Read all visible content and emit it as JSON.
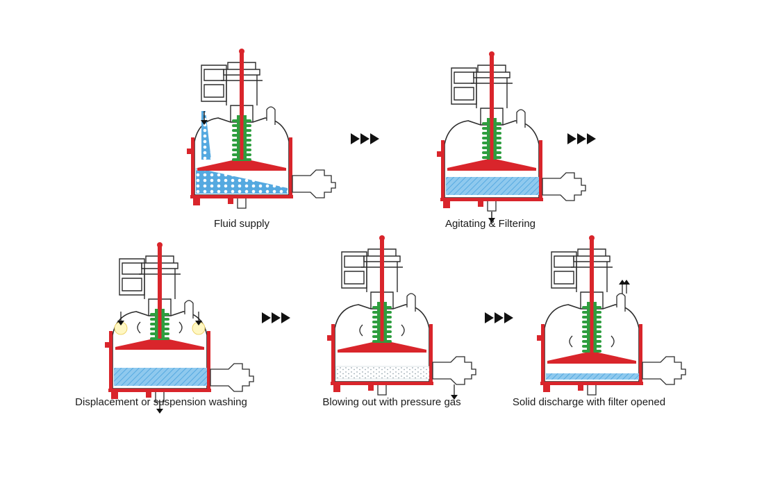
{
  "stages": [
    {
      "id": "fluid-supply",
      "label": "Fluid supply"
    },
    {
      "id": "agitating-filtering",
      "label": "Agitating & Filtering"
    },
    {
      "id": "washing",
      "label": "Displacement or suspension washing"
    },
    {
      "id": "blowing-out",
      "label": "Blowing out with pressure gas"
    },
    {
      "id": "solid-discharge",
      "label": "Solid discharge with filter opened"
    }
  ],
  "colors": {
    "outline": "#2b2b2b",
    "shaft_red": "#d9252b",
    "agitator_green": "#2e9e3f",
    "liquid_blue": "#55a9e0",
    "cake_blue": "#8fc9ee",
    "arrow_black": "#111111"
  },
  "icons": [
    "flow-arrow-icon",
    "rotation-arrow-icon",
    "gas-outlet-arrow-icon",
    "spray-nozzle-icon"
  ]
}
